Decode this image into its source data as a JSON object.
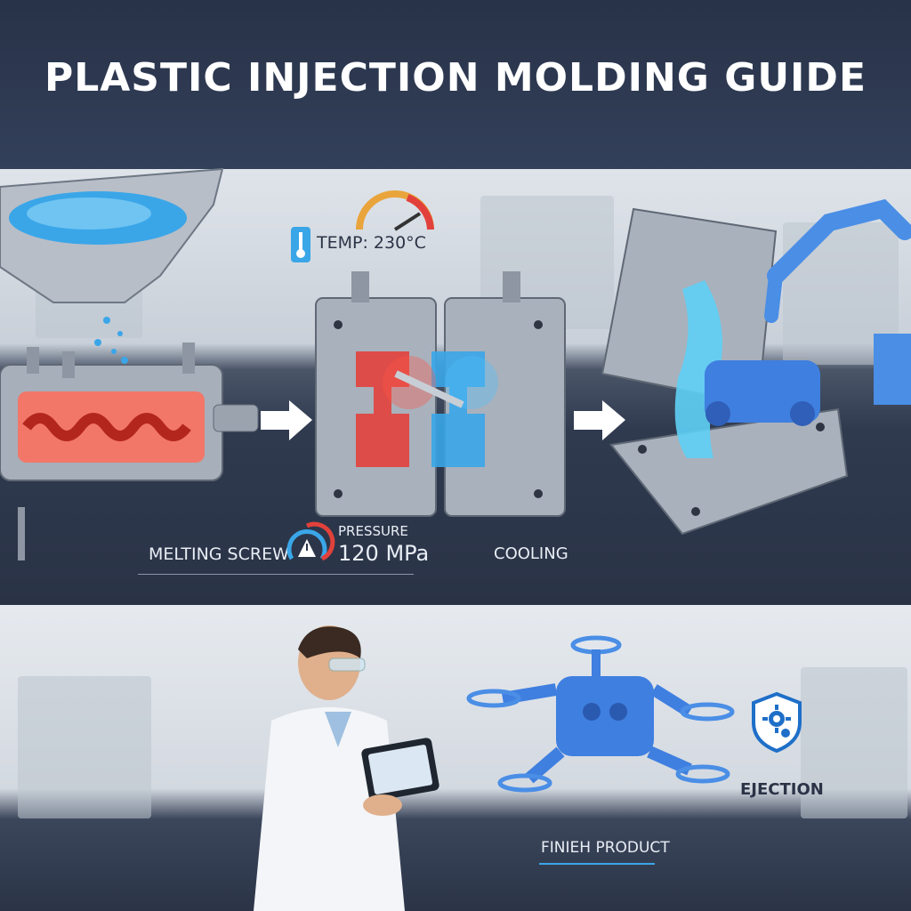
{
  "header": {
    "title": "PLASTIC INJECTION MOLDING GUIDE"
  },
  "stage1": {
    "label": "MELTING SCREW"
  },
  "gauges": {
    "temp_label": "TEMP: 230°C",
    "pressure_label": "PRESSURE",
    "pressure_value": "120 MPa"
  },
  "stage2": {
    "label": "COOLING"
  },
  "stage4": {
    "label": "EJECTION"
  },
  "footer": {
    "label": "FINIEH PRODUCT"
  },
  "colors": {
    "accent_blue": "#3aa6e8",
    "hot_red": "#e2413b",
    "dark_band": "#2b3447"
  },
  "icons": [
    "thermometer-icon",
    "gauge-icon",
    "pressure-gauge-icon",
    "gear-shield-icon",
    "arrow-right-icon"
  ]
}
